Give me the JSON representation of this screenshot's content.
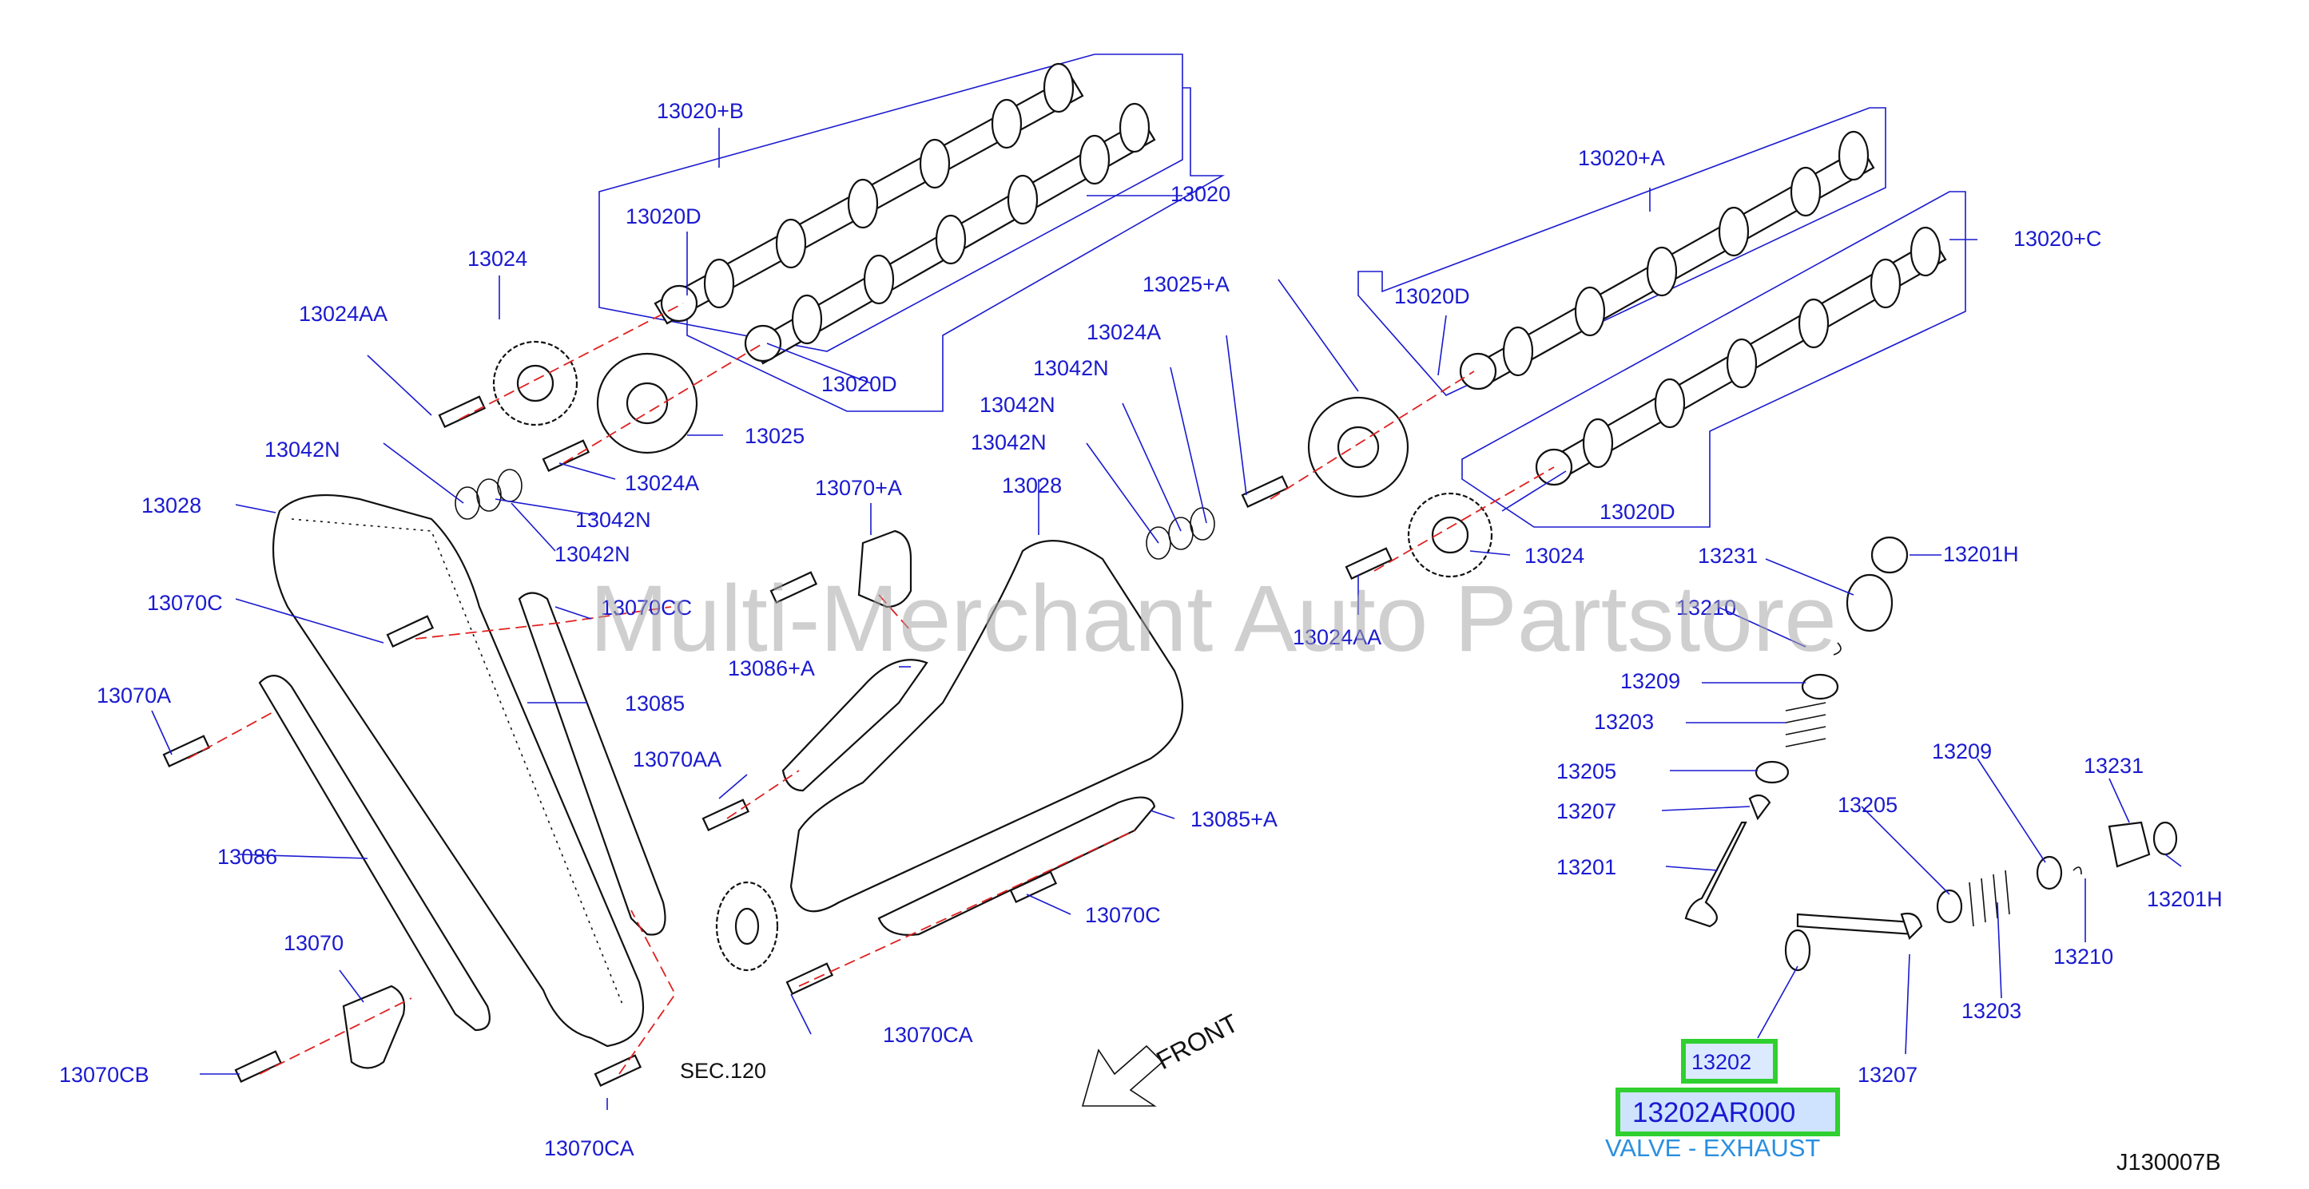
{
  "watermark": "Multi-Merchant Auto Partstore",
  "diagram_code": "J130007B",
  "front_label": "FRONT",
  "sec_label": "SEC.120",
  "highlight": {
    "part_ref": "13202",
    "part_number": "13202AR000",
    "description": "VALVE - EXHAUST"
  },
  "labels": [
    "13020+B",
    "13020",
    "13020D",
    "13024",
    "13024AA",
    "13020D",
    "13025",
    "13024A",
    "13042N",
    "13042N",
    "13042N",
    "13028",
    "13070C",
    "13070CC",
    "13085",
    "13070A",
    "13086",
    "13070",
    "13070CB",
    "13070CA",
    "13070+A",
    "13086+A",
    "13070AA",
    "13028",
    "13025+A",
    "13024A",
    "13042N",
    "13042N",
    "13042N",
    "13085+A",
    "13070C",
    "13070CA",
    "13020+A",
    "13020+C",
    "13020D",
    "13020D",
    "13024",
    "13024AA",
    "13231",
    "13201H",
    "13210",
    "13209",
    "13203",
    "13205",
    "13207",
    "13201",
    "13209",
    "13231",
    "13205",
    "13201H",
    "13203",
    "13210",
    "13207"
  ]
}
